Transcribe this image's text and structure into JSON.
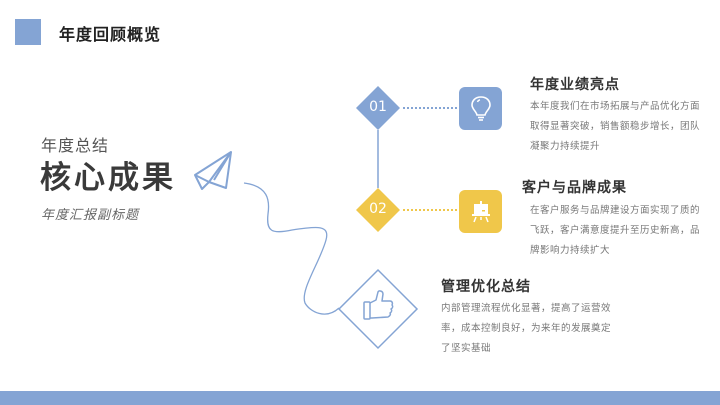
{
  "header": {
    "title": "年度回顾概览",
    "accent_color": "#84a4d4"
  },
  "hero": {
    "kicker": "年度总结",
    "title": "核心成果",
    "subtitle": "年度汇报副标题"
  },
  "colors": {
    "blue": "#84a4d4",
    "yellow": "#f0c74a"
  },
  "items": [
    {
      "number": "01",
      "icon": "lightbulb-icon",
      "title": "年度业绩亮点",
      "description": "本年度我们在市场拓展与产品优化方面取得显著突破，销售额稳步增长，团队凝聚力持续提升"
    },
    {
      "number": "02",
      "icon": "easel-icon",
      "title": "客户与品牌成果",
      "description": "在客户服务与品牌建设方面实现了质的飞跃，客户满意度提升至历史新高，品牌影响力持续扩大"
    },
    {
      "number": "",
      "icon": "thumbs-up-icon",
      "title": "管理优化总结",
      "description": "内部管理流程优化显著，提高了运营效率，成本控制良好，为来年的发展奠定了坚实基础"
    }
  ]
}
